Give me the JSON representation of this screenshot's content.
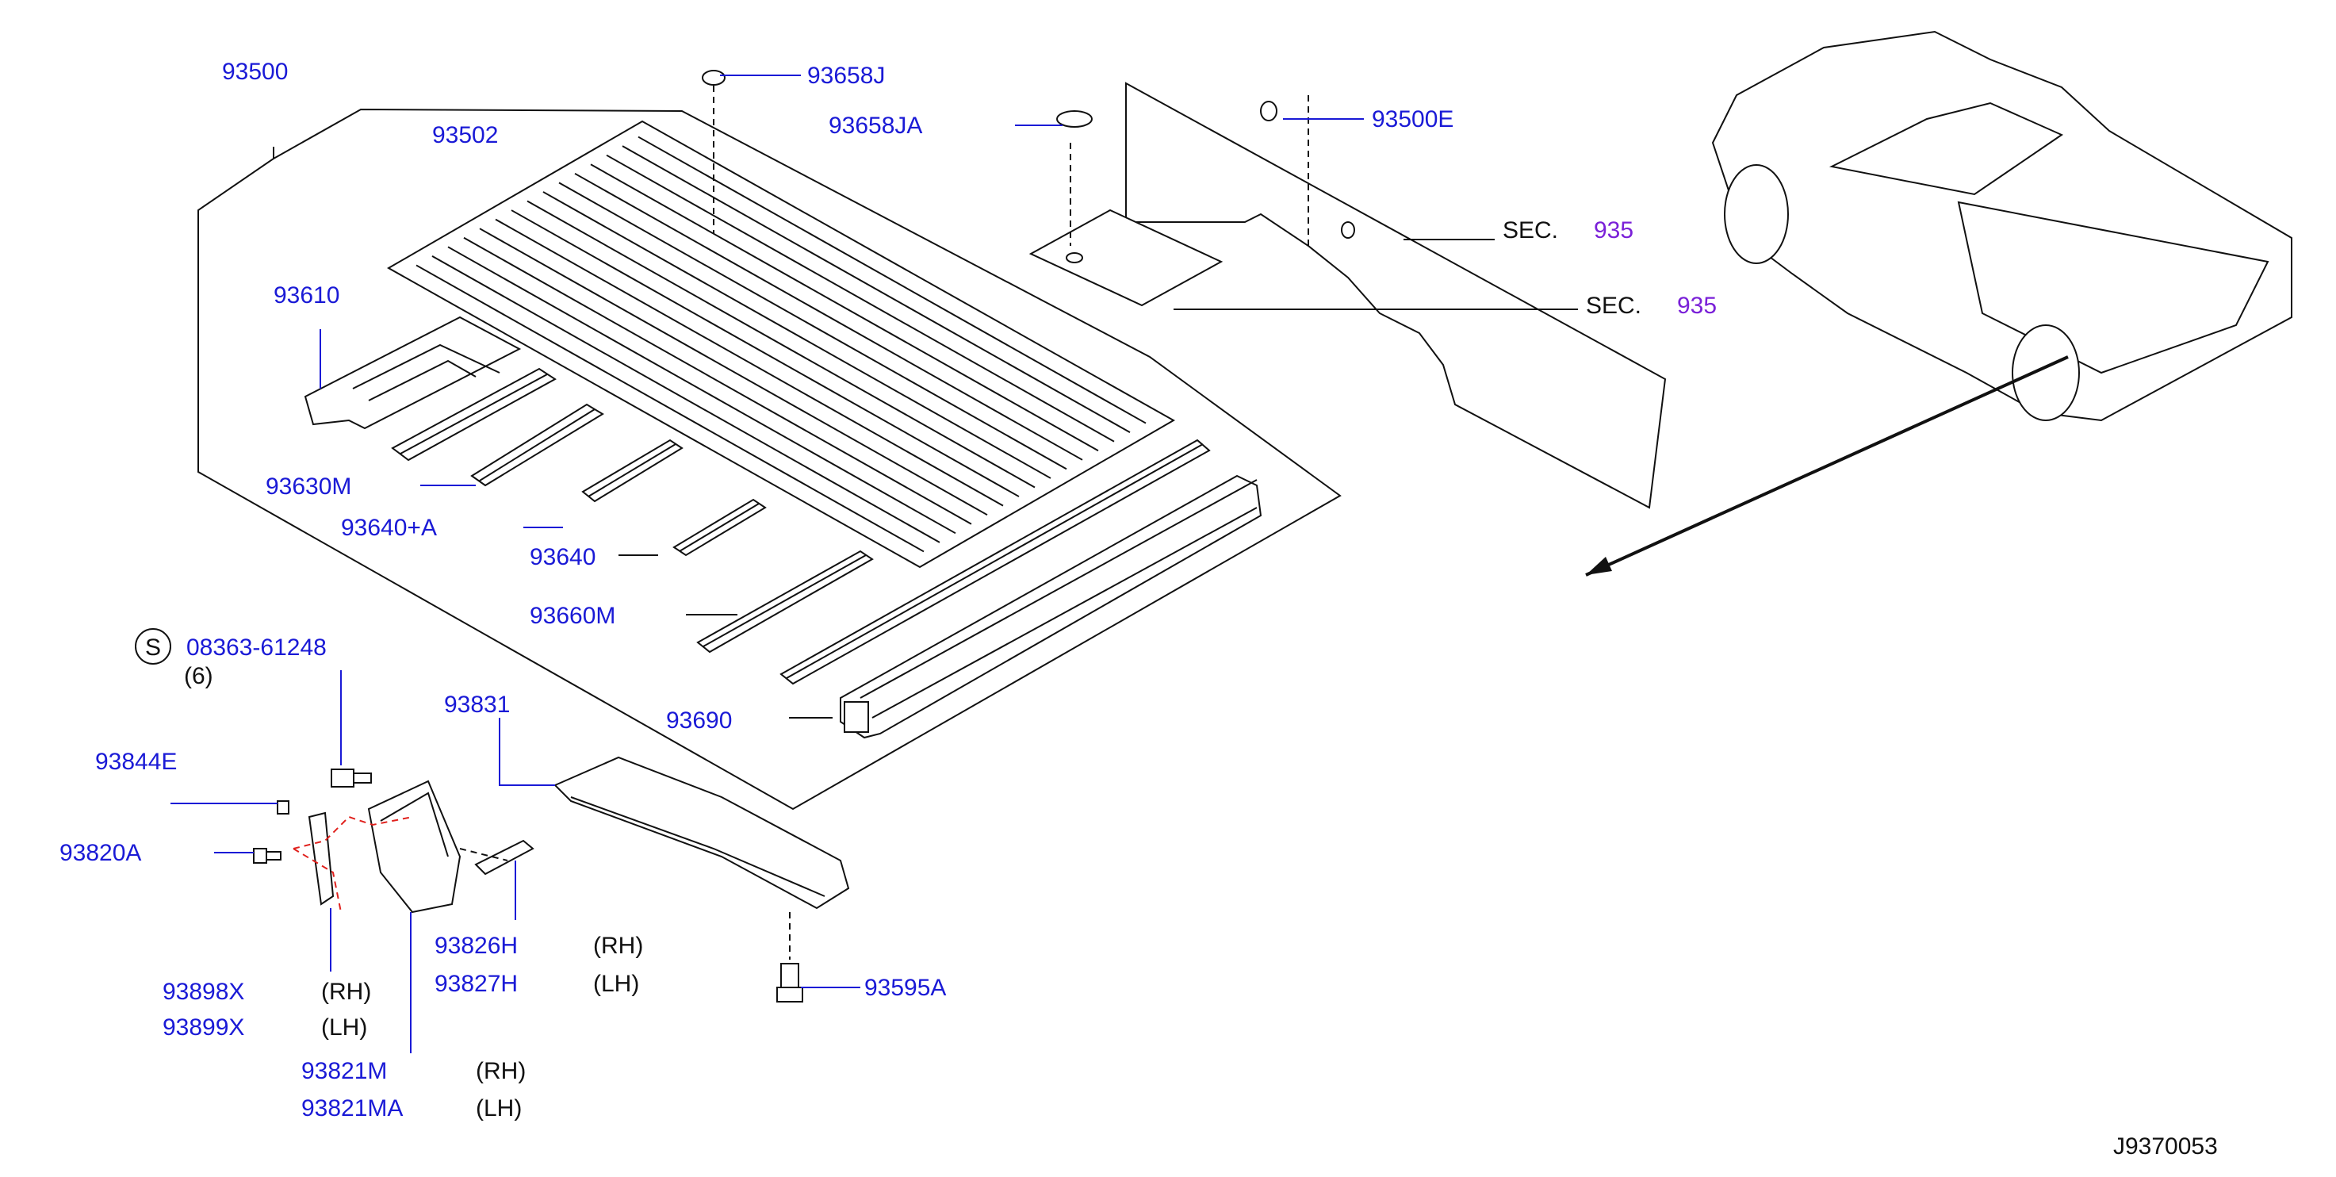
{
  "diagram_id": "J9370053",
  "colors": {
    "part_label": "#1a1ad6",
    "text": "#111111",
    "section_ref": "#7a20d8",
    "fastener_path": "#e0211d"
  },
  "labels": {
    "l93500": "93500",
    "l93502": "93502",
    "l93658J": "93658J",
    "l93658JA": "93658JA",
    "l93500E": "93500E",
    "sec1_prefix": "SEC.",
    "sec1_num": "935",
    "sec2_prefix": "SEC.",
    "sec2_num": "935",
    "l93610": "93610",
    "l93630M": "93630M",
    "l93640A": "93640+A",
    "l93640": "93640",
    "l93660M": "93660M",
    "l93690": "93690",
    "s_symbol": "S",
    "l08363": "08363-61248",
    "qty": "(6)",
    "l93831": "93831",
    "l93844E": "93844E",
    "l93820A": "93820A",
    "l93826H": "93826H",
    "l93826H_side": "(RH)",
    "l93827H": "93827H",
    "l93827H_side": "(LH)",
    "l93595A": "93595A",
    "l93898X": "93898X",
    "l93898X_side": "(RH)",
    "l93899X": "93899X",
    "l93899X_side": "(LH)",
    "l93821M": "93821M",
    "l93821M_side": "(RH)",
    "l93821MA": "93821MA",
    "l93821MA_side": "(LH)"
  },
  "icons": {
    "fastener": "screw-icon",
    "plug": "grommet-icon",
    "truck": "pickup-truck-icon"
  }
}
